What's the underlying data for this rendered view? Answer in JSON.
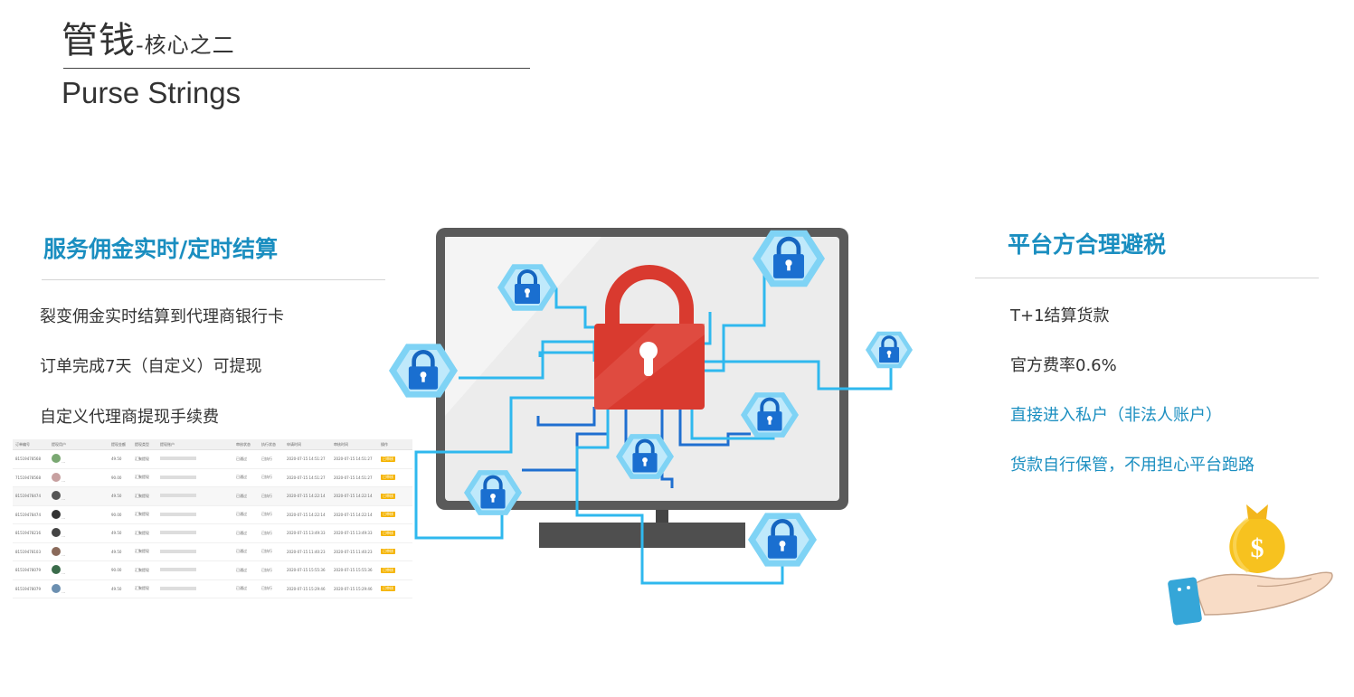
{
  "header": {
    "title": "管钱",
    "subtitle": "-核心之二",
    "english": "Purse Strings"
  },
  "left": {
    "title": "服务佣金实时/定时结算",
    "bullets": [
      "裂变佣金实时结算到代理商银行卡",
      "订单完成7天（自定义）可提现",
      "自定义代理商提现手续费"
    ]
  },
  "right": {
    "title": "平台方合理避税",
    "bullets": [
      "T+1结算货款",
      "官方费率0.6%",
      "直接进入私户（非法人账户）",
      "货款自行保管，不用担心平台跑路"
    ]
  },
  "table": {
    "headers": [
      "订单编号",
      "提现用户",
      "",
      "提现金额",
      "提现类型",
      "提现账户",
      "",
      "审核状态",
      "执行状态",
      "申请时间",
      "审核时间",
      "操作"
    ],
    "rows": [
      [
        "81519478568",
        "...",
        "49.50",
        "汇聚提现",
        "已通过",
        "已执行",
        "2020-07-15 14:51:27",
        "2020-07-15 14:51:27",
        "已审核"
      ],
      [
        "71519478568",
        "...",
        "90.00",
        "汇聚提现",
        "已通过",
        "已执行",
        "2020-07-15 14:51:27",
        "2020-07-15 14:51:27",
        "已审核"
      ],
      [
        "81519478474",
        "...",
        "49.50",
        "汇聚提现",
        "已通过",
        "已执行",
        "2020-07-15 14:22:14",
        "2020-07-15 14:22:14",
        "已审核"
      ],
      [
        "81519478474",
        "...",
        "90.00",
        "汇聚提现",
        "已通过",
        "已执行",
        "2020-07-15 14:22:14",
        "2020-07-15 14:22:14",
        "已审核"
      ],
      [
        "81519478216",
        "...",
        "49.50",
        "汇聚提现",
        "已通过",
        "已执行",
        "2020-07-15 13:49:33",
        "2020-07-15 13:49:33",
        "已审核"
      ],
      [
        "81519478103",
        "...",
        "49.50",
        "汇聚提现",
        "已通过",
        "已执行",
        "2020-07-15 11:40:23",
        "2020-07-15 11:40:23",
        "已审核"
      ],
      [
        "81519478079",
        "...",
        "90.00",
        "汇聚提现",
        "已通过",
        "已执行",
        "2020-07-15 15:55:36",
        "2020-07-15 15:55:36",
        "已审核"
      ],
      [
        "81519478079",
        "...",
        "49.50",
        "汇聚提现",
        "已通过",
        "已执行",
        "2020-07-15 15:29:46",
        "2020-07-15 15:29:46",
        "已审核"
      ]
    ]
  },
  "colors": {
    "accent": "#1a8ec0",
    "lock_red": "#d93a2f",
    "circuit_blue": "#1f86d4",
    "circuit_cyan": "#2fb8ee",
    "monitor": "#555555"
  },
  "icons": [
    "padlock-icon",
    "money-bag-icon",
    "hand-icon"
  ]
}
